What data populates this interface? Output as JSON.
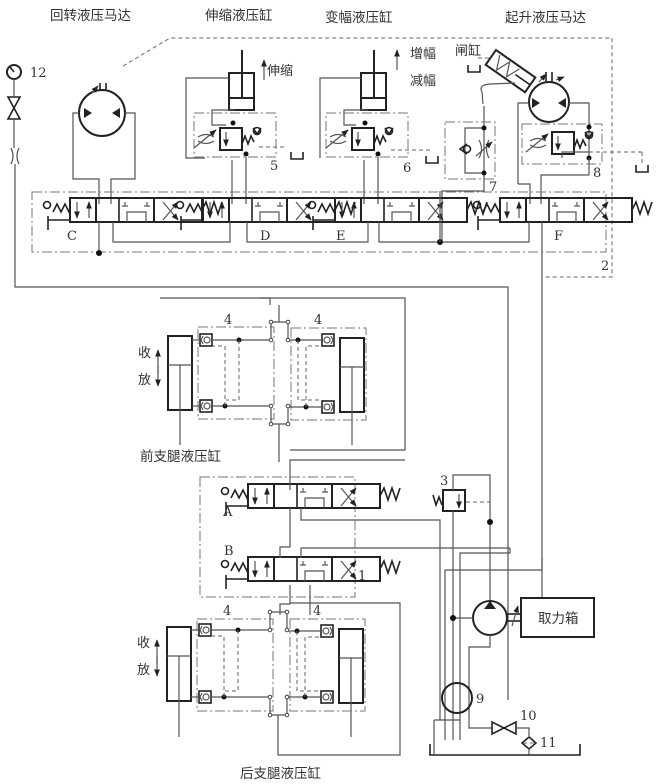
{
  "titles": {
    "slew_motor": "回转液压马达",
    "telescope_cyl": "伸缩液压缸",
    "luffing_cyl": "变幅液压缸",
    "hoist_motor": "起升液压马达",
    "front_outrigger": "前支腿液压缸",
    "rear_outrigger": "后支腿液压缸",
    "pto": "取力箱"
  },
  "annotations": {
    "telescope": "伸缩",
    "luff_up": "增幅",
    "luff_down": "减幅",
    "brake_cyl": "闸缸",
    "retract": "收",
    "extend": "放",
    "retract_rear": "收",
    "extend_rear": "放"
  },
  "valve_labels": {
    "A": "A",
    "B": "B",
    "C": "C",
    "D": "D",
    "E": "E",
    "F": "F"
  },
  "component_numbers": {
    "n1": "1",
    "n2": "2",
    "n3": "3",
    "n4a": "4",
    "n4b": "4",
    "n4c": "4",
    "n4d": "4",
    "n5": "5",
    "n6": "6",
    "n7": "7",
    "n8": "8",
    "n9": "9",
    "n10": "10",
    "n11": "11",
    "n12": "12"
  }
}
